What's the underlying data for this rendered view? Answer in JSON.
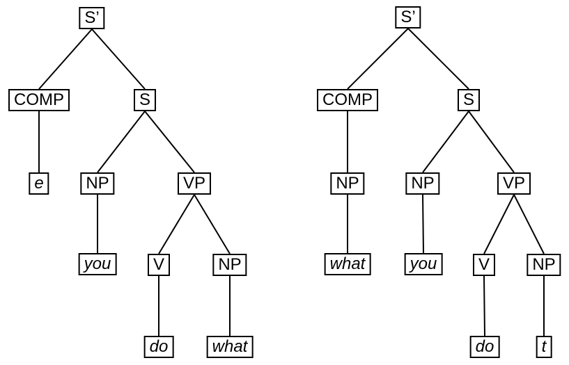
{
  "canvas": {
    "background": "#ffffff",
    "line_color": "#000000",
    "box_border_color": "#000000",
    "text_color": "#000000"
  },
  "trees": [
    {
      "nodes": {
        "sbar": "S’",
        "comp": "COMP",
        "s": "S",
        "e": "e",
        "np_subject": "NP",
        "vp": "VP",
        "you": "you",
        "v": "V",
        "np_object": "NP",
        "do": "do",
        "what": "what"
      }
    },
    {
      "nodes": {
        "sbar": "S’",
        "comp": "COMP",
        "s": "S",
        "np_comp": "NP",
        "np_subject": "NP",
        "vp": "VP",
        "what": "what",
        "you": "you",
        "v": "V",
        "np_object": "NP",
        "do": "do",
        "t": "t"
      }
    }
  ],
  "edges": [
    [
      "t0.sbar",
      "t0.comp"
    ],
    [
      "t0.sbar",
      "t0.s"
    ],
    [
      "t0.comp",
      "t0.e"
    ],
    [
      "t0.s",
      "t0.np_subject"
    ],
    [
      "t0.s",
      "t0.vp"
    ],
    [
      "t0.np_subject",
      "t0.you"
    ],
    [
      "t0.vp",
      "t0.v"
    ],
    [
      "t0.vp",
      "t0.np_object"
    ],
    [
      "t0.v",
      "t0.do"
    ],
    [
      "t0.np_object",
      "t0.what"
    ],
    [
      "t1.sbar",
      "t1.comp"
    ],
    [
      "t1.sbar",
      "t1.s"
    ],
    [
      "t1.comp",
      "t1.np_comp"
    ],
    [
      "t1.s",
      "t1.np_subject"
    ],
    [
      "t1.s",
      "t1.vp"
    ],
    [
      "t1.np_comp",
      "t1.what"
    ],
    [
      "t1.np_subject",
      "t1.you"
    ],
    [
      "t1.vp",
      "t1.v"
    ],
    [
      "t1.vp",
      "t1.np_object"
    ],
    [
      "t1.v",
      "t1.do"
    ],
    [
      "t1.np_object",
      "t1.t"
    ]
  ]
}
